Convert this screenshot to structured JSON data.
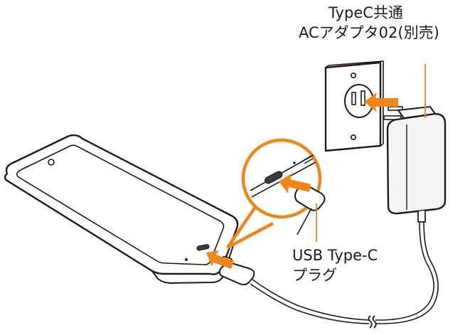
{
  "labels": {
    "adapter_line1": "TypeC共通",
    "adapter_line2": "ACアダプタ02(別売)",
    "plug_line1": "USB Type-C",
    "plug_line2": "プラグ"
  },
  "colors": {
    "accent": "#F08519",
    "line": "#231815",
    "body_fill": "#ffffff",
    "adapter_fill": "#f4f4f4",
    "port_fill": "#3a3a3a"
  }
}
